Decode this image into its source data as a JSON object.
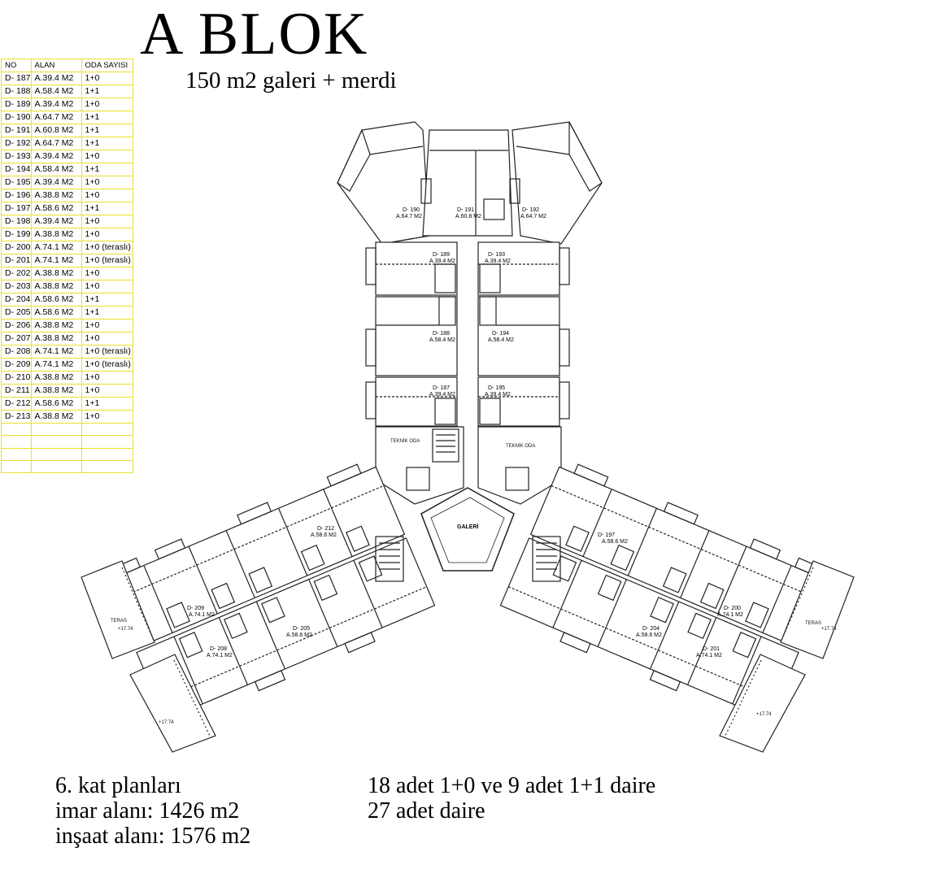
{
  "header": {
    "title": "A BLOK",
    "subtitle": "150 m2 galeri + merdi"
  },
  "table": {
    "headers": [
      "NO",
      "ALAN",
      "ODA SAYISI"
    ],
    "rows": [
      [
        "D- 187",
        "A.39.4 M2",
        "1+0"
      ],
      [
        "D- 188",
        "A.58.4 M2",
        "1+1"
      ],
      [
        "D- 189",
        "A.39.4 M2",
        "1+0"
      ],
      [
        "D- 190",
        "A.64.7 M2",
        "1+1"
      ],
      [
        "D- 191",
        "A.60.8 M2",
        "1+1"
      ],
      [
        "D- 192",
        "A.64.7 M2",
        "1+1"
      ],
      [
        "D- 193",
        "A.39.4 M2",
        "1+0"
      ],
      [
        "D- 194",
        "A.58.4 M2",
        "1+1"
      ],
      [
        "D- 195",
        "A.39.4 M2",
        "1+0"
      ],
      [
        "D- 196",
        "A.38.8 M2",
        "1+0"
      ],
      [
        "D- 197",
        "A.58.6 M2",
        "1+1"
      ],
      [
        "D- 198",
        "A.39.4 M2",
        "1+0"
      ],
      [
        "D- 199",
        "A.38.8 M2",
        "1+0"
      ],
      [
        "D- 200",
        "A.74.1 M2",
        "1+0  (teraslı)"
      ],
      [
        "D- 201",
        "A.74.1 M2",
        "1+0  (teraslı)"
      ],
      [
        "D- 202",
        "A.38.8 M2",
        "1+0"
      ],
      [
        "D- 203",
        "A.38.8 M2",
        "1+0"
      ],
      [
        "D- 204",
        "A.58.6 M2",
        "1+1"
      ],
      [
        "D- 205",
        "A.58.6 M2",
        "1+1"
      ],
      [
        "D- 206",
        "A.38.8 M2",
        "1+0"
      ],
      [
        "D- 207",
        "A.38.8 M2",
        "1+0"
      ],
      [
        "D- 208",
        "A.74.1 M2",
        "1+0  (teraslı)"
      ],
      [
        "D- 209",
        "A.74.1 M2",
        "1+0  (teraslı)"
      ],
      [
        "D- 210",
        "A.38.8 M2",
        "1+0"
      ],
      [
        "D- 211",
        "A.38.8 M2",
        "1+0"
      ],
      [
        "D- 212",
        "A.58.6 M2",
        "1+1"
      ],
      [
        "D- 213",
        "A.38.8 M2",
        "1+0"
      ],
      [
        "",
        "",
        ""
      ],
      [
        "",
        "",
        ""
      ],
      [
        "",
        "",
        ""
      ],
      [
        "",
        "",
        ""
      ]
    ]
  },
  "plan": {
    "labels": {
      "galeri": "GALERİ",
      "teknik_left": "TEKNİK ODA",
      "teknik_right": "TEKNİK ODA",
      "d190": "D- 190",
      "d190_area": "A.64.7 M2",
      "d191": "D- 191",
      "d191_area": "A.60.8 M2",
      "d192": "D- 192",
      "d192_area": "A.64.7 M2",
      "d189": "D- 189",
      "d189_area": "A.39.4 M2",
      "d193": "D- 193",
      "d193_area": "A.39.4 M2",
      "d188": "D- 188",
      "d188_area": "A.58.4 M2",
      "d194": "D- 194",
      "d194_area": "A.58.4 M2",
      "d187": "D- 187",
      "d187_area": "A.39.4 M2",
      "d195": "D- 195",
      "d195_area": "A.39.4 M2",
      "d212": "D- 212",
      "d212_area": "A.58.6 M2",
      "d197": "D- 197",
      "d197_area": "A.58.6 M2",
      "d205": "D- 205",
      "d205_area": "A.58.6 M2",
      "d204": "D- 204",
      "d204_area": "A.58.6 M2",
      "d209": "D- 209",
      "d209_area": "A.74.1 M2",
      "d200": "D- 200",
      "d200_area": "A.74.1 M2",
      "d208": "D- 208",
      "d208_area": "A.74.1 M2",
      "d201": "D- 201",
      "d201_area": "A.74.1 M2",
      "teras_left": "TERAS",
      "teras_right": "TERAS",
      "level_1": "+17.74",
      "level_2": "+17.74",
      "level_3": "+17.74",
      "level_4": "+17.74"
    }
  },
  "footer": {
    "left": [
      "6. kat planları",
      "imar alanı: 1426 m2",
      "inşaat alanı: 1576 m2"
    ],
    "right": [
      "18 adet 1+0 ve 9 adet 1+1 daire",
      "27 adet daire"
    ]
  }
}
